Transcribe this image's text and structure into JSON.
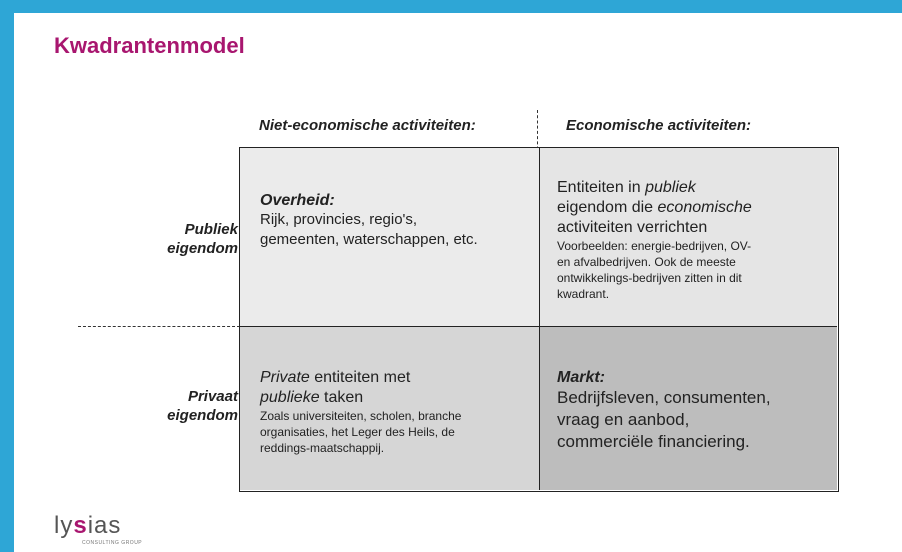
{
  "title": "Kwadrantenmodel",
  "columns": {
    "left": "Niet-economische activiteiten:",
    "right": "Economische activiteiten:"
  },
  "rows": {
    "top_line1": "Publiek",
    "top_line2": "eigendom",
    "bottom_line1": "Privaat",
    "bottom_line2": "eigendom"
  },
  "quadrants": {
    "q1": {
      "heading": "Overheid:",
      "line1": "Rijk, provincies, regio's,",
      "line2": "gemeenten, waterschappen, etc."
    },
    "q2": {
      "t1": "Entiteiten in ",
      "t1_em": "publiek",
      "t2": "eigendom die ",
      "t2_em": "economische",
      "t3": "activiteiten verrichten",
      "small1": "Voorbeelden: energie-bedrijven, OV-",
      "small2": "en afvalbedrijven. Ook de meeste",
      "small3": "ontwikkelings-bedrijven zitten in dit",
      "small4": "kwadrant."
    },
    "q3": {
      "t1_em": "Private",
      "t1": " entiteiten met",
      "t2_em": "publieke",
      "t2": " taken",
      "small1": "Zoals universiteiten, scholen, branche",
      "small2": "organisaties, het Leger des Heils, de",
      "small3": "reddings-maatschappij."
    },
    "q4": {
      "heading": "Markt:",
      "line1": "Bedrijfsleven, consumenten,",
      "line2": "vraag en aanbod,",
      "line3": "commerciële financiering."
    }
  },
  "logo": {
    "pre": "ly",
    "mark": "s",
    "post": "ias",
    "sub": "CONSULTING GROUP"
  },
  "colors": {
    "frame": "#2ea6d6",
    "title": "#a8166f"
  }
}
